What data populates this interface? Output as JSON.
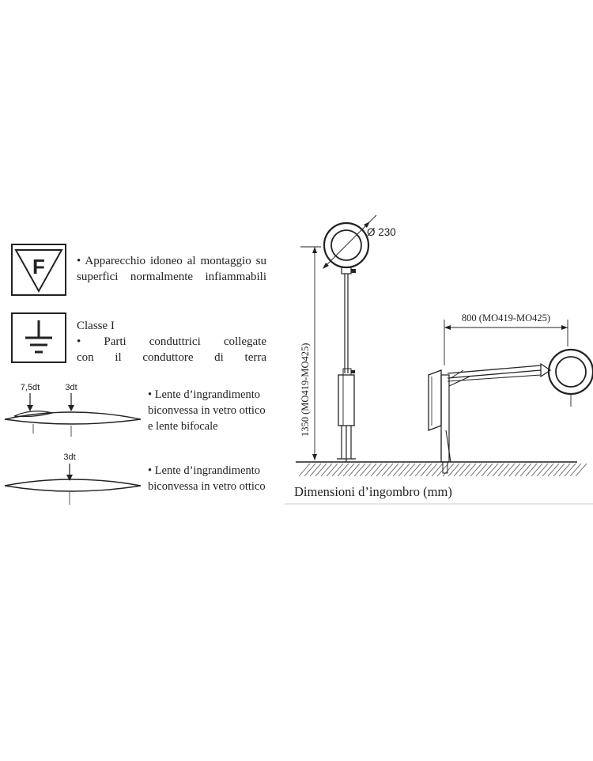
{
  "symbols": {
    "flammable": {
      "glyph": "F",
      "line1": "• Apparecchio idoneo al montaggio su",
      "line2": "superfici normalmente infiammabili"
    },
    "class1": {
      "title": "Classe I",
      "line1": "• Parti conduttrici collegate",
      "line2": "con il conduttore di terra"
    }
  },
  "lenses": {
    "bifocal": {
      "label_a": "7,5dt",
      "label_b": "3dt",
      "line1": "• Lente d’ingrandimento",
      "line2": "biconvessa in vetro ottico",
      "line3": "e lente bifocale"
    },
    "single": {
      "label": "3dt",
      "line1": "• Lente d’ingrandimento",
      "line2": "biconvessa in vetro ottico"
    }
  },
  "dimensions": {
    "diameter": "Ø 230",
    "height": "1350 (MO419-MO425)",
    "reach": "800 (MO419-MO425)",
    "caption": "Dimensioni d’ingombro (mm)"
  }
}
